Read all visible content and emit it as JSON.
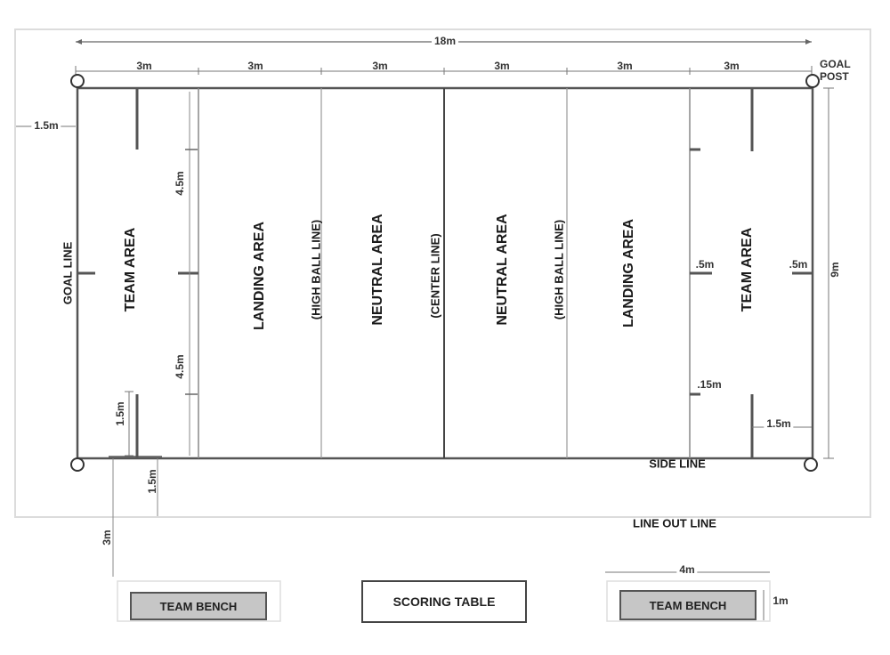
{
  "dimensions": {
    "total_length": "18m",
    "segments": [
      "3m",
      "3m",
      "3m",
      "3m",
      "3m",
      "3m"
    ],
    "width": "9m",
    "left_margin": "1.5m",
    "left_half_top": "4.5m",
    "left_half_bottom": "4.5m",
    "bench_marker": "1.5m",
    "side_margin": "1.5m",
    "bench_distance": "3m",
    "right_half": ".5m",
    "right_half_outer": ".5m",
    "right_quarter": ".15m",
    "right_bench_marker": "1.5m",
    "bench_width": "4m",
    "bench_depth": "1m"
  },
  "labels": {
    "goal_post": "GOAL\nPOST",
    "goal_line": "GOAL LINE",
    "team_area_left": "TEAM AREA",
    "landing_area_left": "LANDING AREA",
    "high_ball_line_left": "(HIGH BALL LINE)",
    "neutral_area_left": "NEUTRAL AREA",
    "center_line": "(CENTER LINE)",
    "neutral_area_right": "NEUTRAL AREA",
    "high_ball_line_right": "(HIGH BALL LINE)",
    "landing_area_right": "LANDING AREA",
    "team_area_right": "TEAM AREA",
    "side_line": "SIDE LINE",
    "line_out_line": "LINE OUT LINE"
  },
  "furniture": {
    "team_bench_left": "TEAM BENCH",
    "scoring_table": "SCORING TABLE",
    "team_bench_right": "TEAM BENCH"
  }
}
